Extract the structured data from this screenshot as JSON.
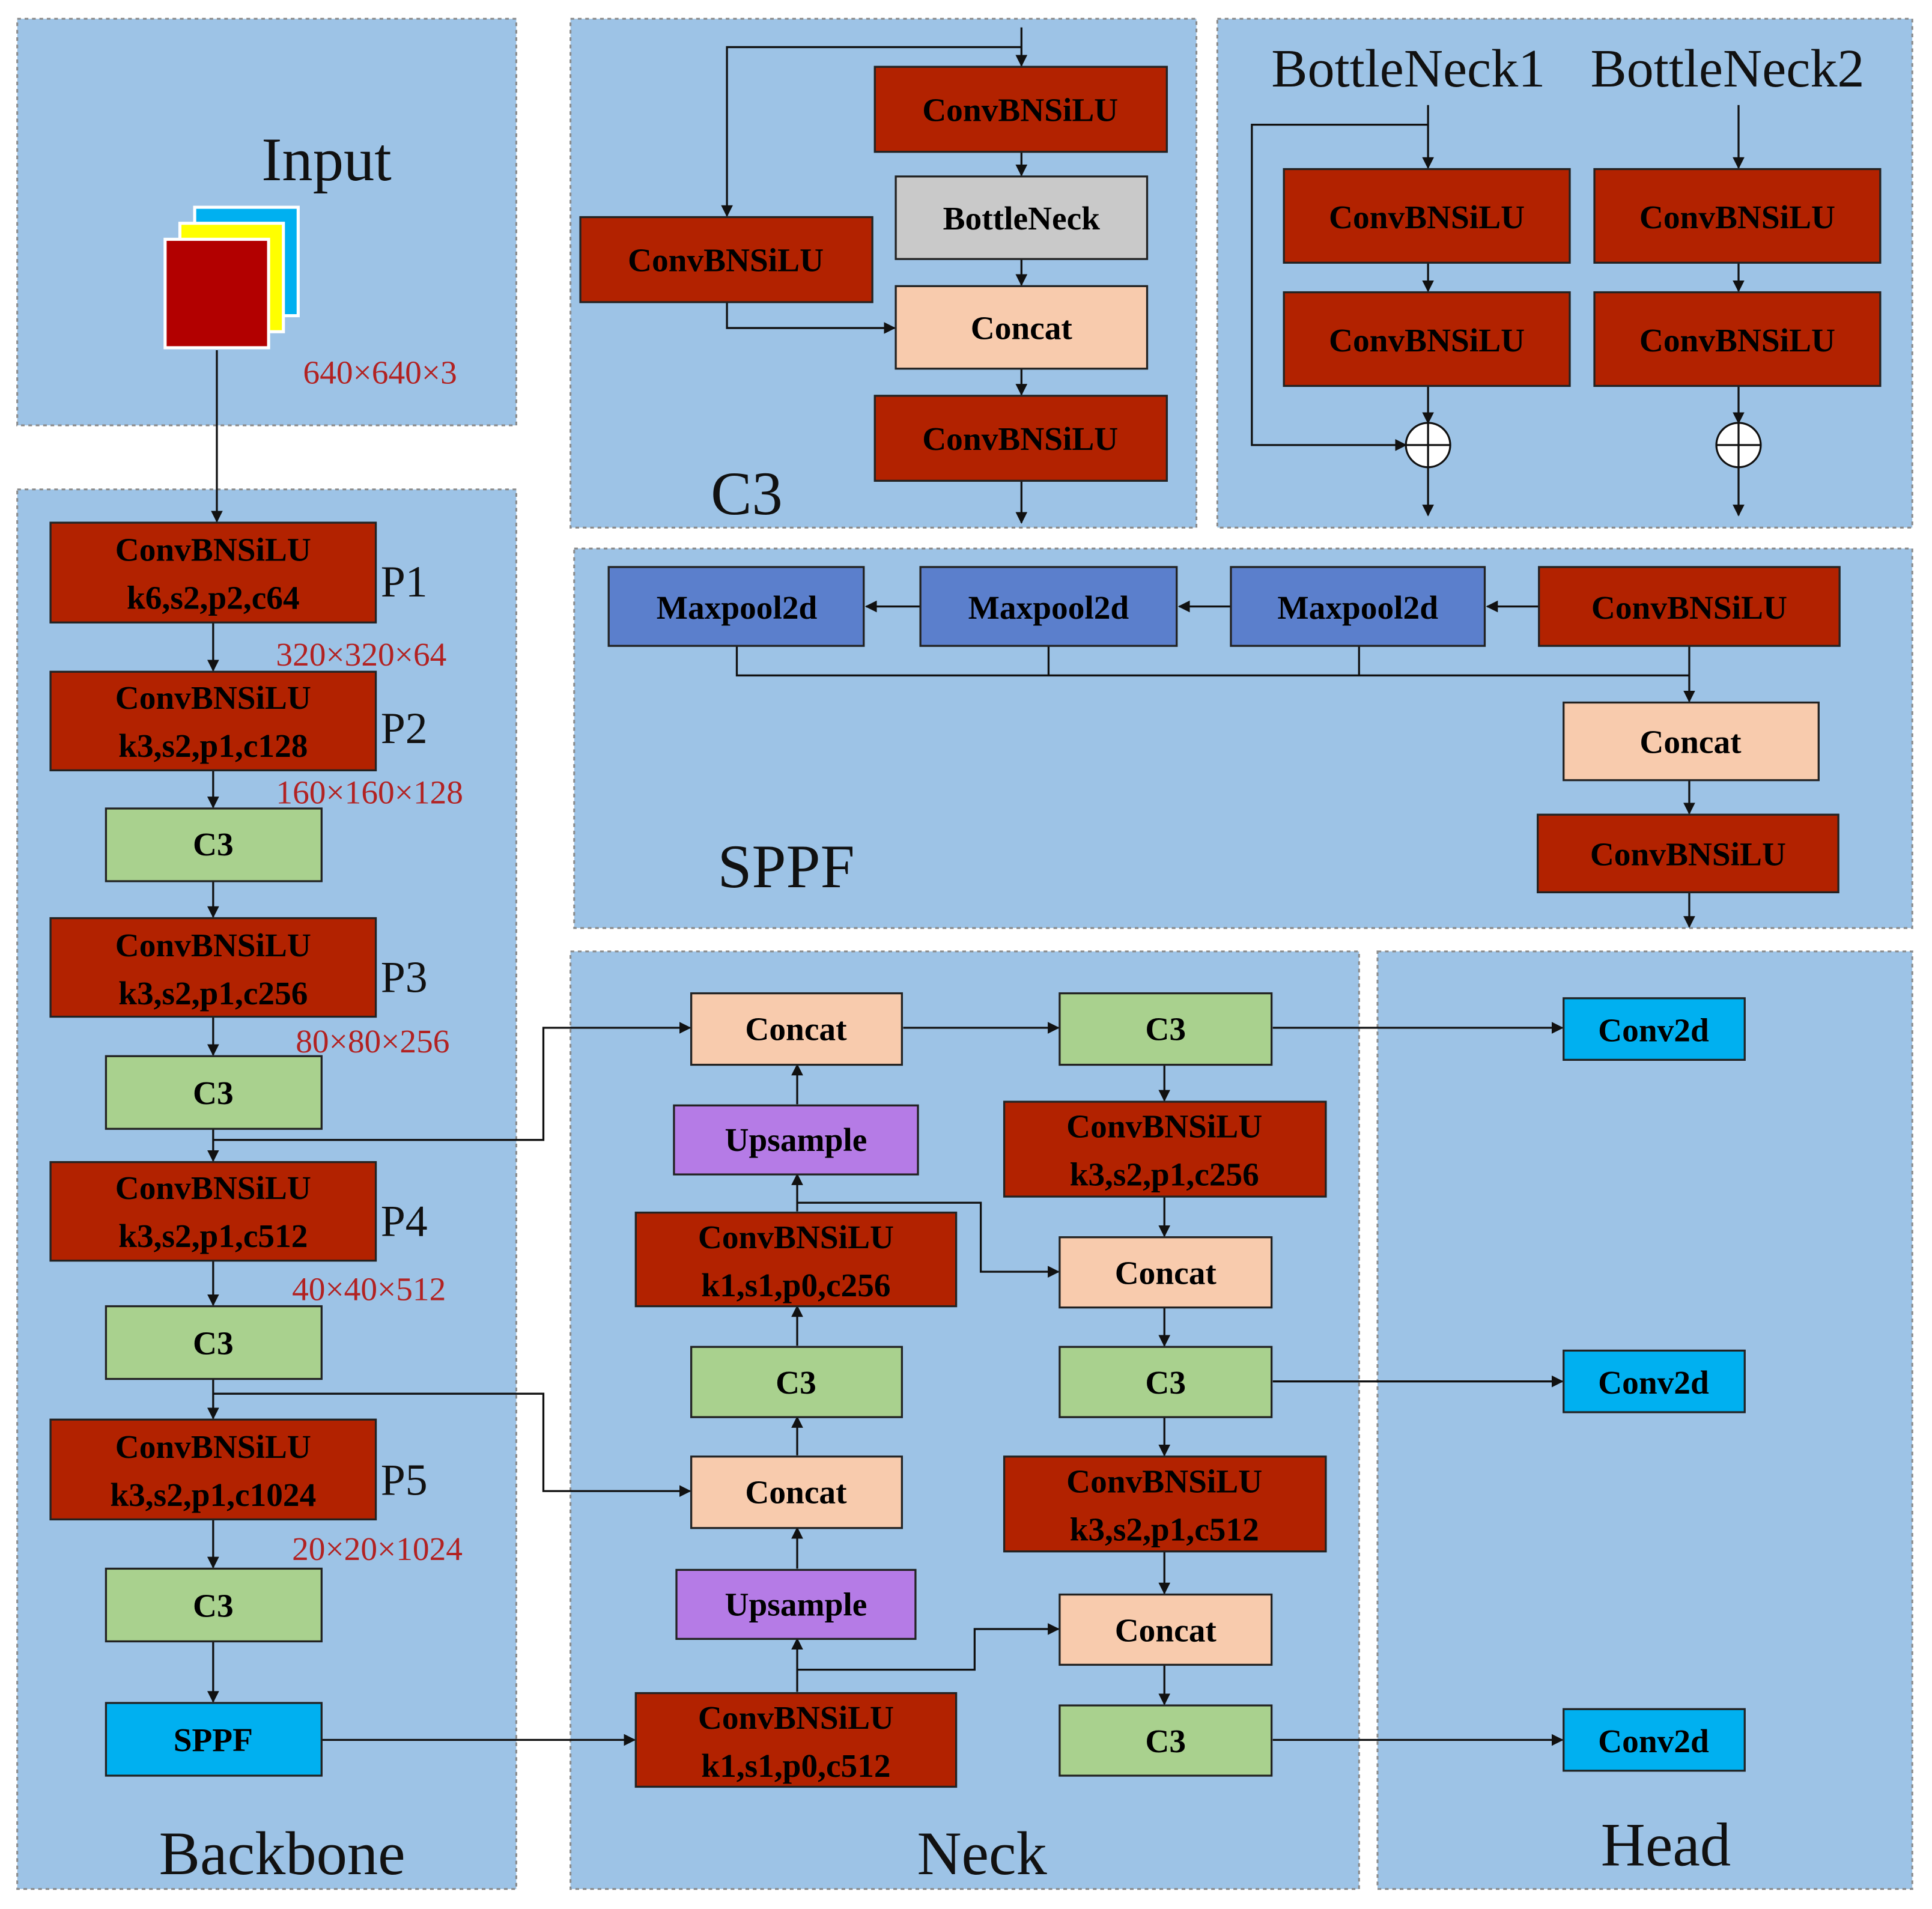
{
  "colors": {
    "panel": "#9dc3e6",
    "panel_border": "#8a8a8a",
    "conv": "#b22200",
    "c3": "#a9d18e",
    "concat": "#f8cbad",
    "bottleneck": "#c9c9c9",
    "maxpool": "#5b7fcc",
    "upsample": "#b57be6",
    "sppf": "#00b0f0",
    "dim_text": "#b22222",
    "line": "#111111"
  },
  "sections": {
    "input": "Input",
    "c3": "C3",
    "bottleneck1": "BottleNeck1",
    "bottleneck2": "BottleNeck2",
    "sppf": "SPPF",
    "backbone": "Backbone",
    "neck": "Neck",
    "head": "Head"
  },
  "input": {
    "size": "640×640×3",
    "layer_colors": [
      "#00b0f0",
      "#ffff00",
      "#b20000"
    ]
  },
  "backbone": {
    "p1": {
      "l1": "ConvBNSiLU",
      "l2": "k6,s2,p2,c64",
      "tag": "P1",
      "dim": "320×320×64"
    },
    "p2": {
      "l1": "ConvBNSiLU",
      "l2": "k3,s2,p1,c128",
      "tag": "P2",
      "dim": "160×160×128"
    },
    "c3a": "C3",
    "p3": {
      "l1": "ConvBNSiLU",
      "l2": "k3,s2,p1,c256",
      "tag": "P3",
      "dim": "80×80×256"
    },
    "c3b": "C3",
    "p4": {
      "l1": "ConvBNSiLU",
      "l2": "k3,s2,p1,c512",
      "tag": "P4",
      "dim": "40×40×512"
    },
    "c3c": "C3",
    "p5": {
      "l1": "ConvBNSiLU",
      "l2": "k3,s2,p1,c1024",
      "tag": "P5",
      "dim": "20×20×1024"
    },
    "c3d": "C3",
    "sppf": "SPPF"
  },
  "c3_block": {
    "conv_top": "ConvBNSiLU",
    "conv_side": "ConvBNSiLU",
    "bottleneck": "BottleNeck",
    "concat": "Concat",
    "conv_bottom": "ConvBNSiLU"
  },
  "bottleneck_block": {
    "b1_conv1": "ConvBNSiLU",
    "b1_conv2": "ConvBNSiLU",
    "b2_conv1": "ConvBNSiLU",
    "b2_conv2": "ConvBNSiLU"
  },
  "sppf_block": {
    "maxpool1": "Maxpool2d",
    "maxpool2": "Maxpool2d",
    "maxpool3": "Maxpool2d",
    "conv_in": "ConvBNSiLU",
    "concat": "Concat",
    "conv_out": "ConvBNSiLU"
  },
  "neck": {
    "concat_top": "Concat",
    "upsample_top": "Upsample",
    "conv_k1_256": {
      "l1": "ConvBNSiLU",
      "l2": "k1,s1,p0,c256"
    },
    "c3_mid": "C3",
    "concat_mid": "Concat",
    "upsample_bottom": "Upsample",
    "conv_k1_512": {
      "l1": "ConvBNSiLU",
      "l2": "k1,s1,p0,c512"
    },
    "c3_r1": "C3",
    "conv_r1": {
      "l1": "ConvBNSiLU",
      "l2": "k3,s2,p1,c256"
    },
    "concat_r1": "Concat",
    "c3_r2": "C3",
    "conv_r2": {
      "l1": "ConvBNSiLU",
      "l2": "k3,s2,p1,c512"
    },
    "concat_r2": "Concat",
    "c3_r3": "C3"
  },
  "head": {
    "conv1": "Conv2d",
    "conv2": "Conv2d",
    "conv3": "Conv2d"
  }
}
